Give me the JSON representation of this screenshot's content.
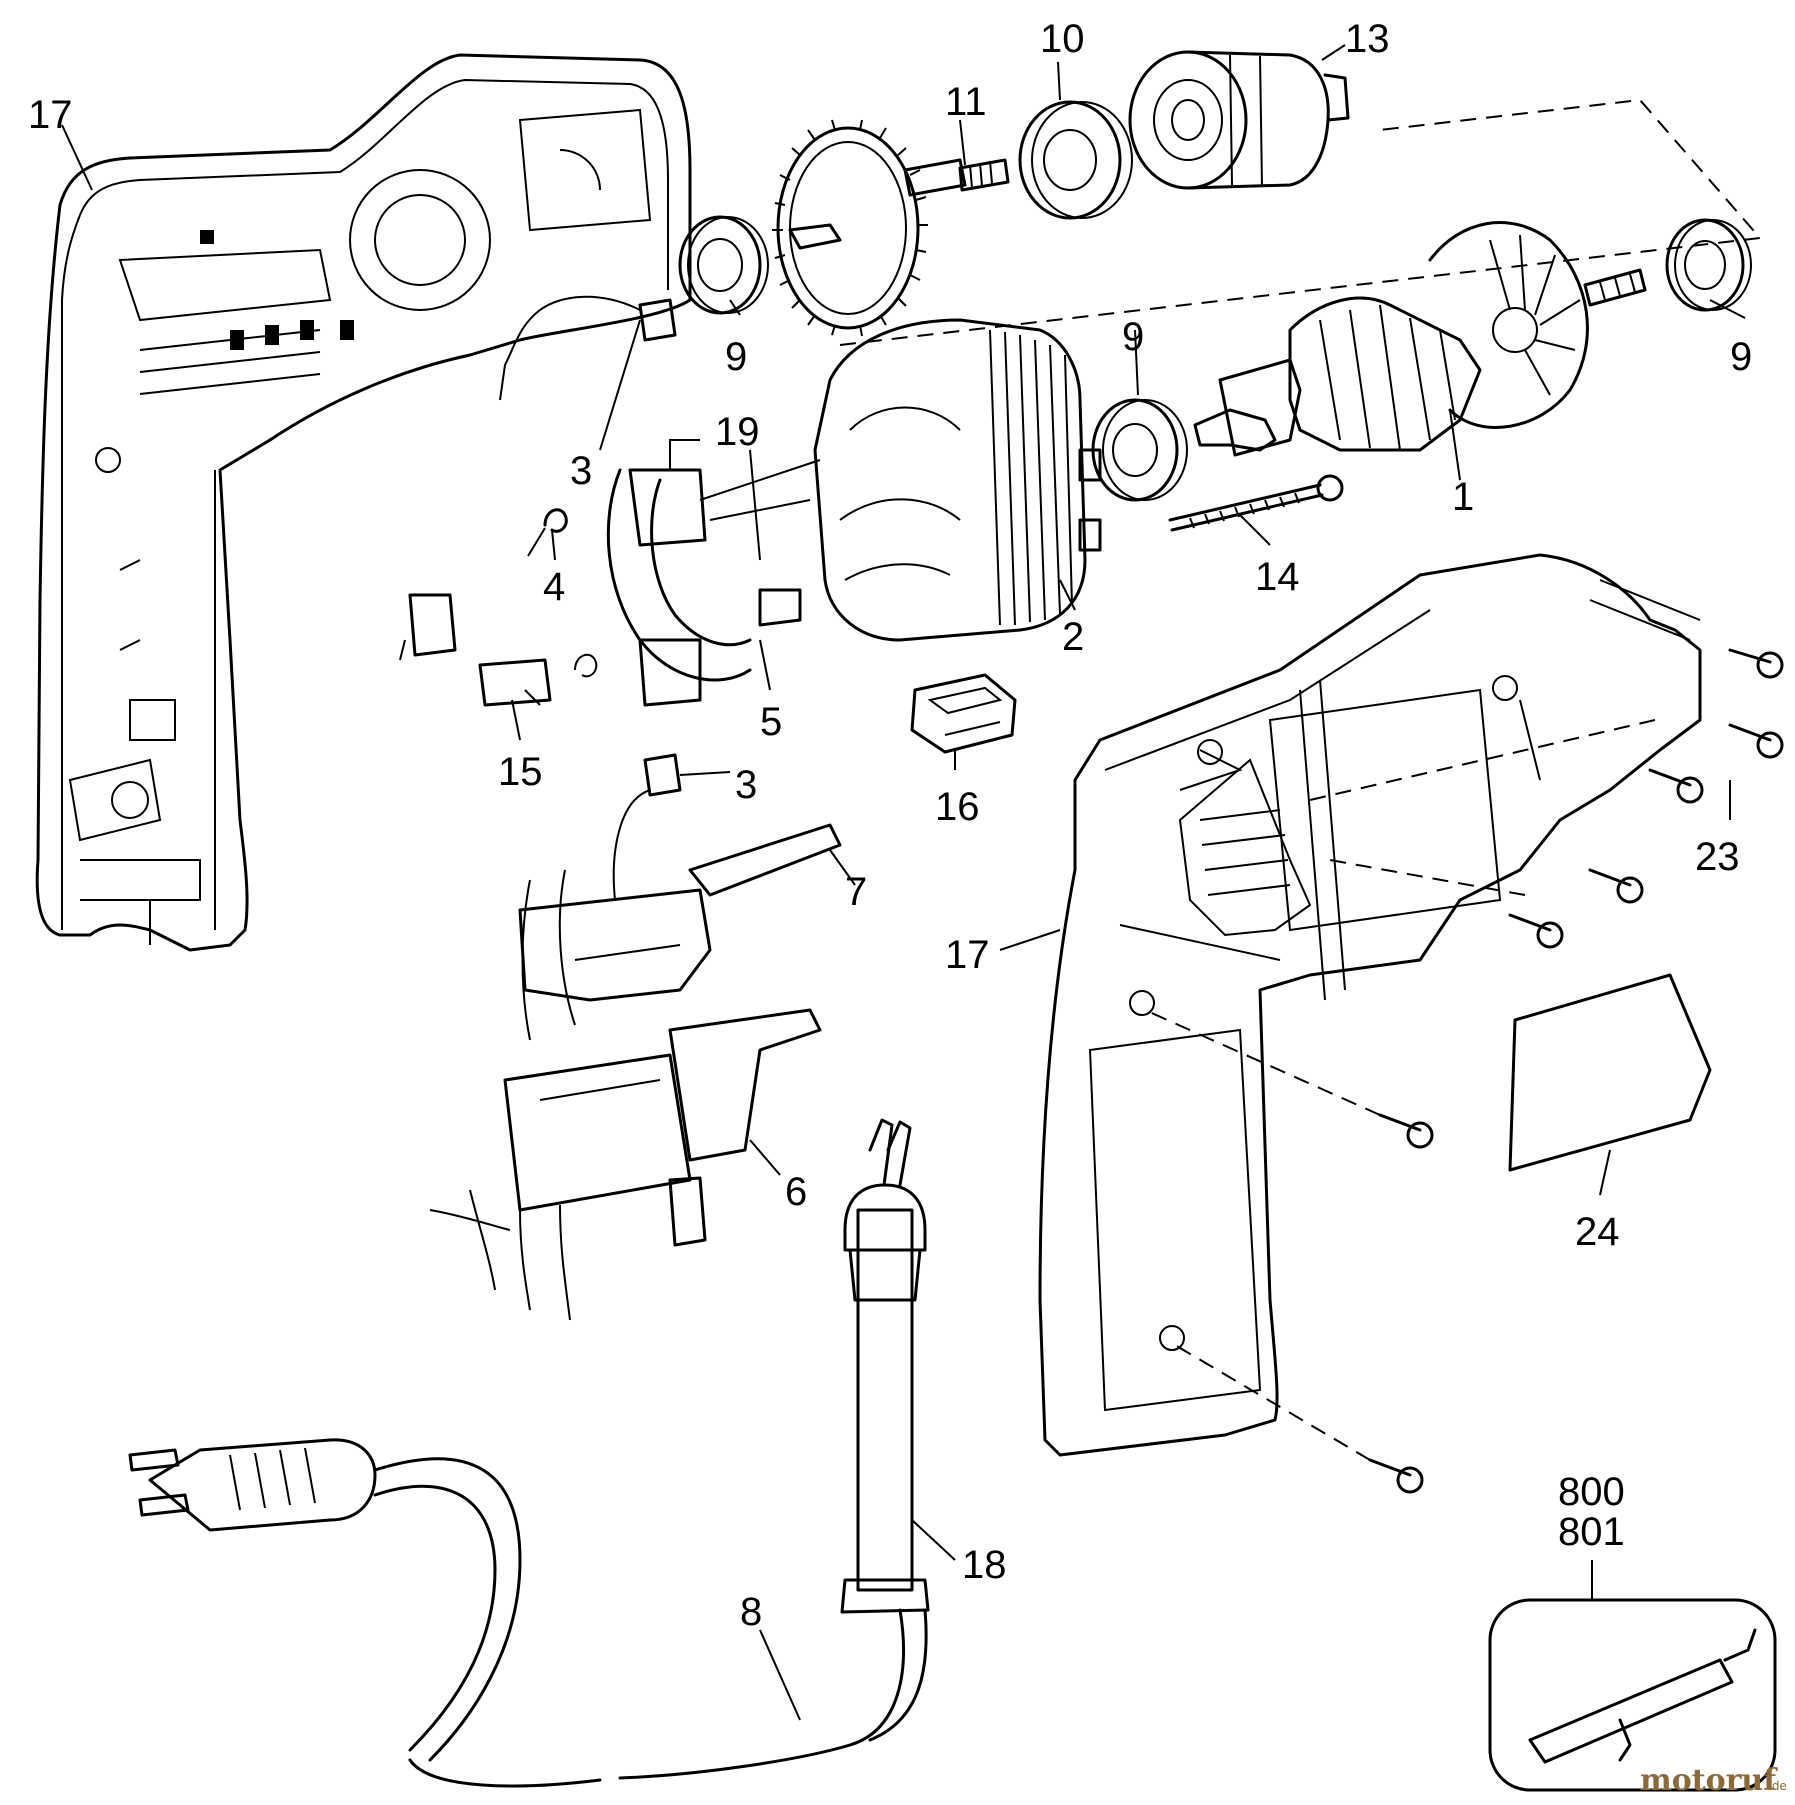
{
  "watermark": {
    "main": "motoruf",
    "suffix": ".de"
  },
  "callouts": [
    {
      "id": "17a",
      "label": "17"
    },
    {
      "id": "3a",
      "label": "3"
    },
    {
      "id": "19",
      "label": "19"
    },
    {
      "id": "4",
      "label": "4"
    },
    {
      "id": "15",
      "label": "15"
    },
    {
      "id": "5",
      "label": "5"
    },
    {
      "id": "2",
      "label": "2"
    },
    {
      "id": "14",
      "label": "14"
    },
    {
      "id": "1",
      "label": "1"
    },
    {
      "id": "9a",
      "label": "9"
    },
    {
      "id": "9b",
      "label": "9"
    },
    {
      "id": "9c",
      "label": "9"
    },
    {
      "id": "11",
      "label": "11"
    },
    {
      "id": "10",
      "label": "10"
    },
    {
      "id": "13",
      "label": "13"
    },
    {
      "id": "16",
      "label": "16"
    },
    {
      "id": "3b",
      "label": "3"
    },
    {
      "id": "7",
      "label": "7"
    },
    {
      "id": "6",
      "label": "6"
    },
    {
      "id": "17b",
      "label": "17"
    },
    {
      "id": "23",
      "label": "23"
    },
    {
      "id": "24",
      "label": "24"
    },
    {
      "id": "18",
      "label": "18"
    },
    {
      "id": "8",
      "label": "8"
    },
    {
      "id": "800",
      "label": "800"
    },
    {
      "id": "801",
      "label": "801"
    }
  ]
}
